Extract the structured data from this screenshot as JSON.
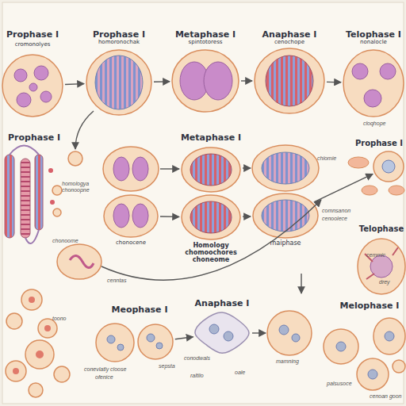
{
  "diagram": {
    "nodes": [
      {
        "text": [
          "Prophase I",
          "cromonolyes"
        ]
      },
      {
        "text": [
          "Prophase I",
          "homoronochak"
        ]
      },
      {
        "text": [
          "Metaphase I",
          "spintotoress"
        ]
      },
      {
        "text": [
          "Anaphase I",
          "cenochope"
        ]
      },
      {
        "text": [
          "Telophase I",
          "nonalocle"
        ]
      },
      {
        "text": [
          "chonocene"
        ]
      },
      {
        "text": [
          "Metaphase I"
        ]
      },
      {
        "text": [
          "Homology chomoochores choneome"
        ]
      },
      {
        "text": [
          "maiphase"
        ]
      },
      {
        "text": [
          "Prophase I"
        ]
      },
      {
        "text": [
          "Telophase"
        ]
      },
      {
        "text": [
          "Meophase I"
        ]
      },
      {
        "text": [
          "Anaphase I"
        ]
      },
      {
        "text": [
          "Melophase I"
        ]
      }
    ],
    "edges": [
      {
        "from": 0,
        "to": 1,
        "arrow": "to"
      },
      {
        "from": 1,
        "to": 2,
        "arrow": "to"
      },
      {
        "from": 2,
        "to": 3,
        "arrow": "to"
      },
      {
        "from": 3,
        "to": 4,
        "arrow": "to"
      },
      {
        "from": 5,
        "to": 7,
        "arrow": "to"
      },
      {
        "from": 7,
        "to": 8,
        "arrow": "to"
      },
      {
        "from": 8,
        "to": 9,
        "arrow": "to"
      },
      {
        "from": 11,
        "to": 12,
        "arrow": "to"
      }
    ],
    "labels": [
      "Prophase I",
      "homologya chonoopne",
      "chonoome",
      "cenntas",
      "chiomie",
      "comnsanon",
      "cenoolece",
      "cloqhope",
      "cemmic",
      "drey",
      "toono",
      "conevlatly cloose",
      "ofenice",
      "sepsta",
      "conodwals",
      "raltlio",
      "oale",
      "mamning",
      "palsusoce",
      "cenoan goon"
    ]
  }
}
